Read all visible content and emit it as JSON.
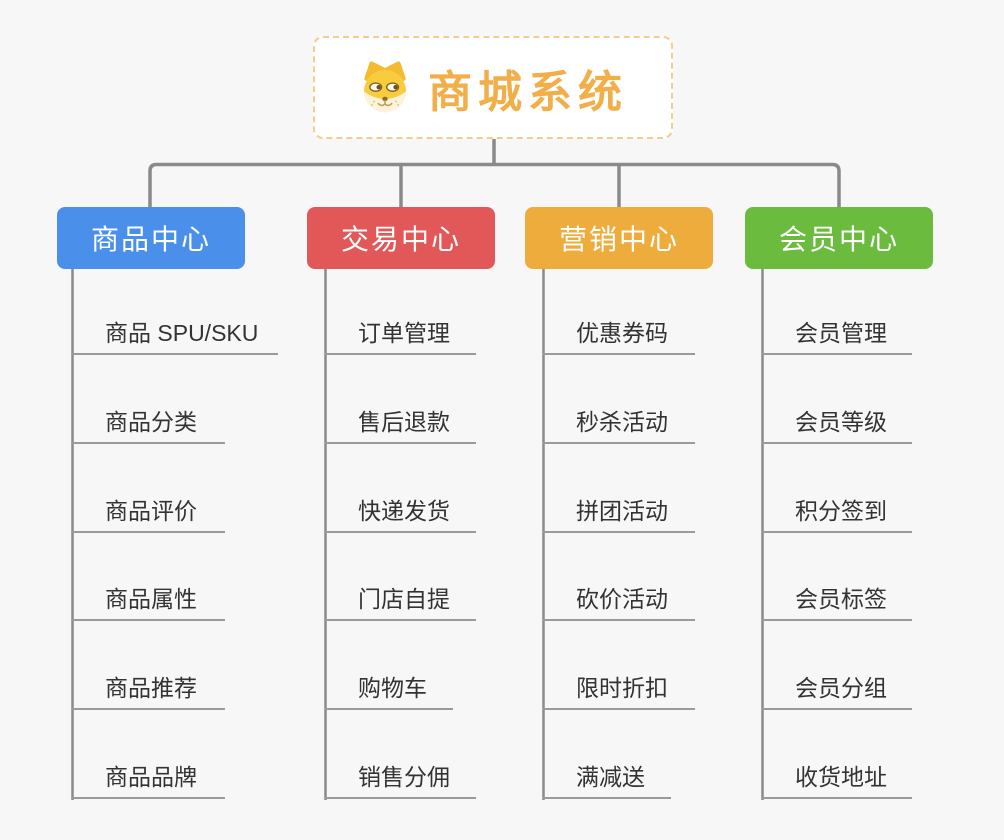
{
  "root": {
    "title": "商城系统",
    "icon": "dog-face-icon",
    "accent_color": "#f1ae49",
    "border_color": "#f3cd8e"
  },
  "connector_color": "#8a8a8a",
  "leaf_text_color": "#333333",
  "background_color": "#f7f7f7",
  "branches": [
    {
      "label": "商品中心",
      "color": "#4a8fe9",
      "items": [
        "商品 SPU/SKU",
        "商品分类",
        "商品评价",
        "商品属性",
        "商品推荐",
        "商品品牌"
      ]
    },
    {
      "label": "交易中心",
      "color": "#e25757",
      "items": [
        "订单管理",
        "售后退款",
        "快递发货",
        "门店自提",
        "购物车",
        "销售分佣"
      ]
    },
    {
      "label": "营销中心",
      "color": "#eeac3d",
      "items": [
        "优惠券码",
        "秒杀活动",
        "拼团活动",
        "砍价活动",
        "限时折扣",
        "满减送"
      ]
    },
    {
      "label": "会员中心",
      "color": "#6bbb3e",
      "items": [
        "会员管理",
        "会员等级",
        "积分签到",
        "会员标签",
        "会员分组",
        "收货地址"
      ]
    }
  ]
}
